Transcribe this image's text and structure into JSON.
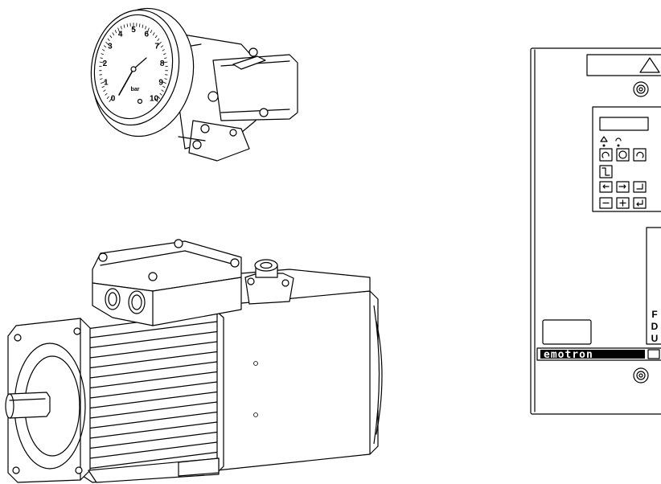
{
  "gauge": {
    "scale": [
      "0",
      "1",
      "2",
      "3",
      "4",
      "5",
      "6",
      "7",
      "8",
      "9",
      "10"
    ],
    "unit": "bar"
  },
  "drive": {
    "brand": "emotron",
    "model_letters": [
      "F",
      "D",
      "U"
    ]
  }
}
